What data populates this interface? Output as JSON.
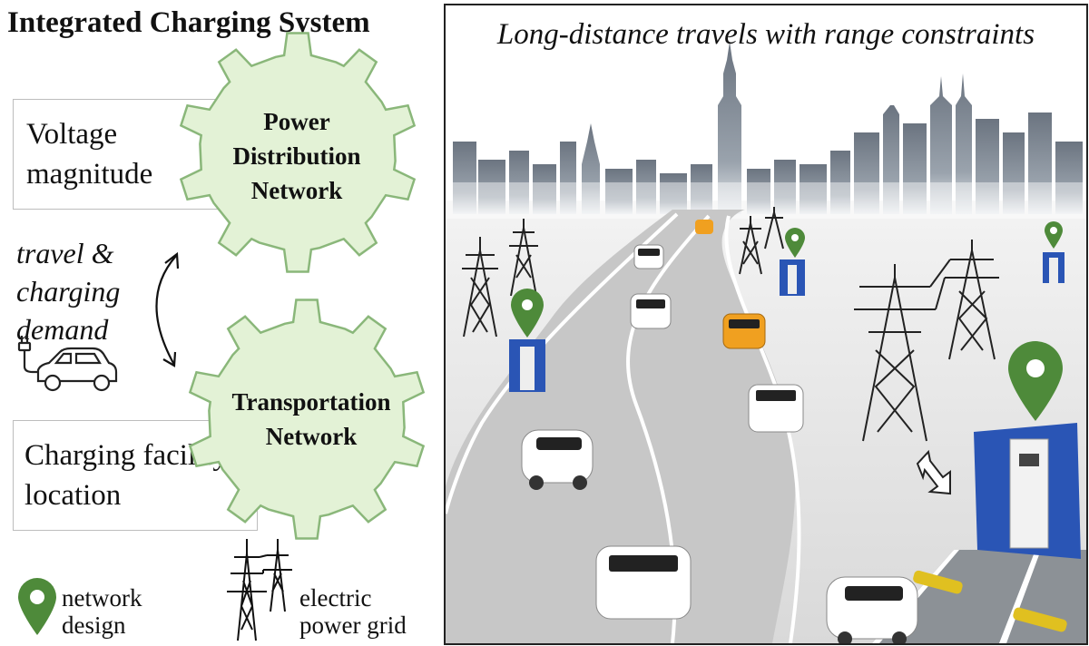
{
  "title": "Integrated Charging System",
  "boxes": {
    "voltage": "Voltage magnitude",
    "charging_location": "Charging facility location"
  },
  "gears": {
    "power": [
      "Power",
      "Distribution",
      "Network"
    ],
    "transport": [
      "Transportation",
      "Network"
    ]
  },
  "demand": [
    "travel &",
    "charging",
    "demand"
  ],
  "legend": {
    "network_design": [
      "network",
      "design"
    ],
    "power_grid": [
      "electric",
      "power grid"
    ]
  },
  "panel": {
    "title": "Long-distance travels with range constraints"
  },
  "colors": {
    "gear_fill": "#e3f2d6",
    "gear_stroke": "#8ab77a",
    "pin_green": "#4e8a3a",
    "station_blue": "#2a55b5"
  },
  "icons": [
    "gear-icon",
    "location-pin-icon",
    "transmission-tower-icon",
    "electric-car-icon",
    "double-arrow-icon",
    "charging-station-icon",
    "car-icon",
    "skyline-icon"
  ]
}
